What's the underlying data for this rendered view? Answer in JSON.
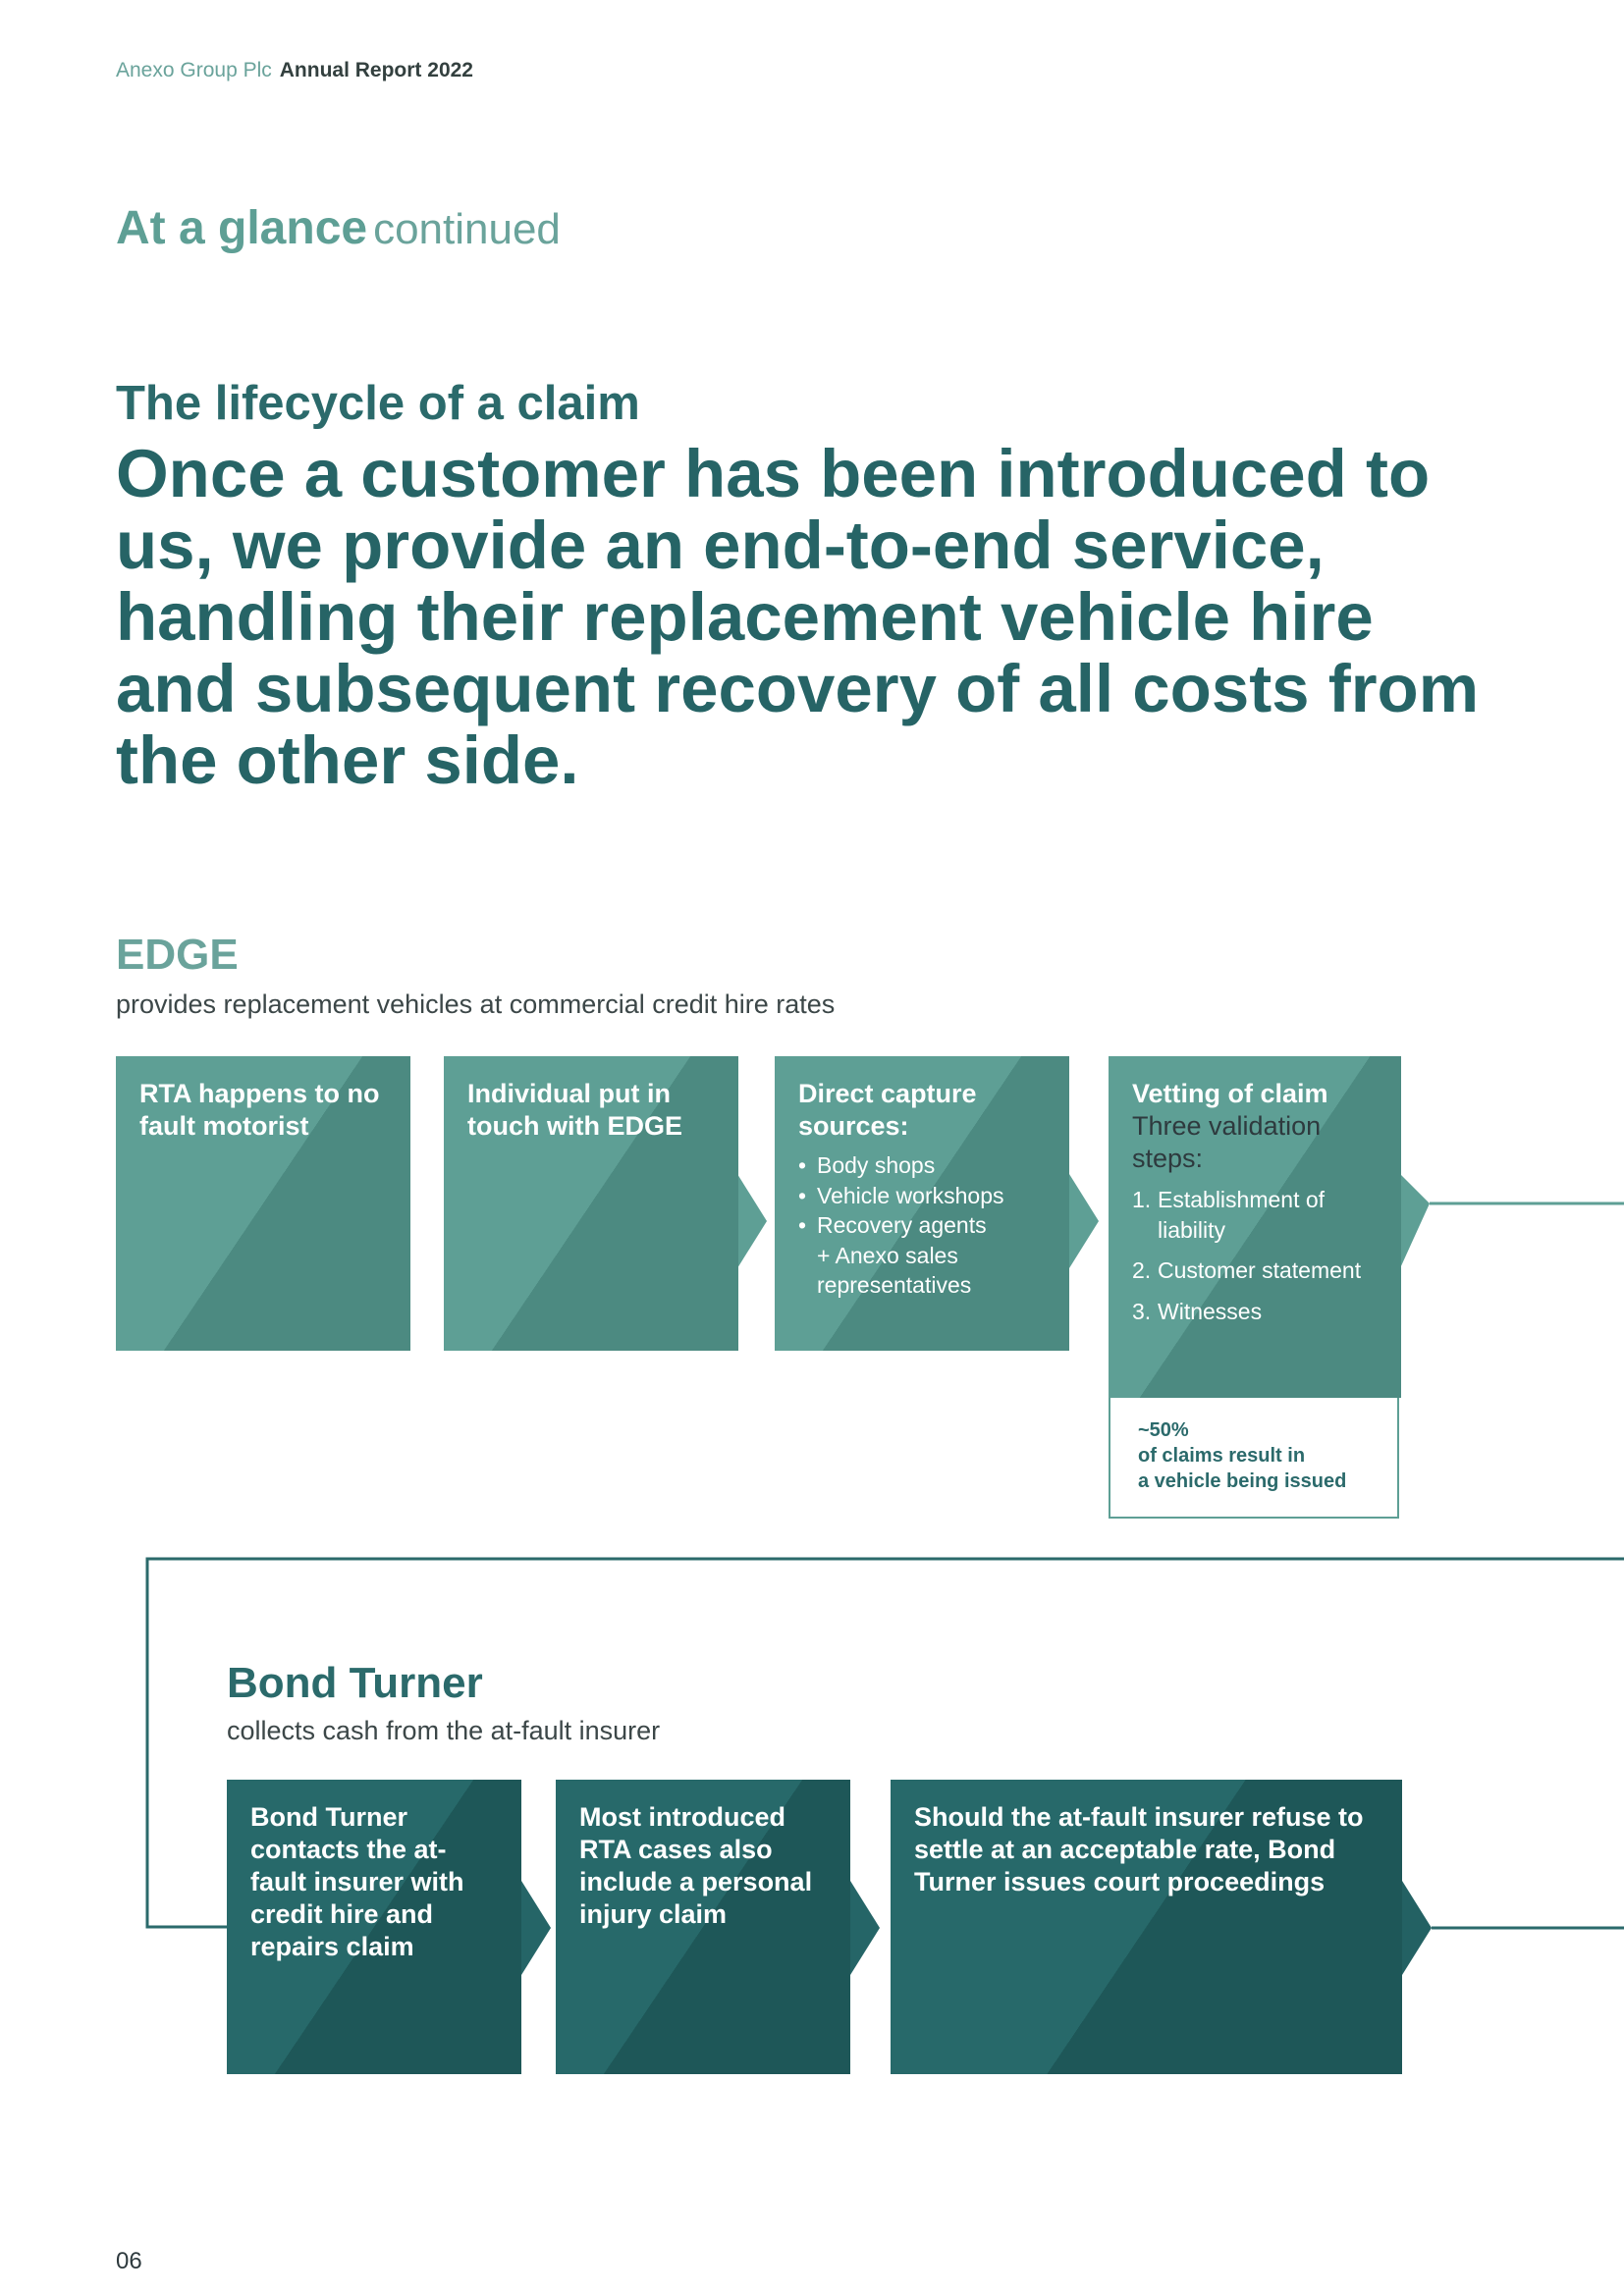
{
  "header": {
    "company": "Anexo Group Plc",
    "report": "Annual Report 2022"
  },
  "section": {
    "title_main": "At a glance",
    "title_continued": "continued"
  },
  "lifecycle": {
    "heading": "The lifecycle of a claim",
    "intro": "Once a customer has been introduced to us, we provide an end-to-end service, handling their replacement vehicle hire and subsequent recovery of all costs from the other side."
  },
  "edge": {
    "title": "EDGE",
    "subtitle": "provides replacement vehicles at commercial credit hire rates",
    "steps": [
      {
        "heading": "RTA happens to no fault motorist"
      },
      {
        "heading": "Individual put in touch with EDGE"
      },
      {
        "heading": "Direct capture sources:",
        "items": [
          "Body shops",
          "Vehicle workshops",
          "Recovery agents"
        ],
        "extra": "+ Anexo sales representatives"
      },
      {
        "heading": "Vetting of claim",
        "subheading": "Three validation steps:",
        "numbered": [
          {
            "num": "1.",
            "text": "Establishment of liability"
          },
          {
            "num": "2.",
            "text": "Customer statement"
          },
          {
            "num": "3.",
            "text": "Witnesses"
          }
        ]
      }
    ],
    "stat": {
      "value": "~50%",
      "line1": "of claims result in",
      "line2": "a vehicle being issued"
    }
  },
  "bond_turner": {
    "title": "Bond Turner",
    "subtitle": "collects cash from the at-fault insurer",
    "steps": [
      {
        "heading": "Bond Turner contacts the at-fault insurer with credit hire and repairs claim"
      },
      {
        "heading": "Most introduced RTA cases also include a personal injury claim"
      },
      {
        "heading": "Should the at-fault insurer refuse to settle at an acceptable rate, Bond Turner issues court proceedings"
      }
    ]
  },
  "colors": {
    "edge_box": "#5e9f95",
    "bond_turner_box": "#27696a",
    "heading_teal": "#266466",
    "connector": "#2b6a6b"
  },
  "page_number": "06"
}
